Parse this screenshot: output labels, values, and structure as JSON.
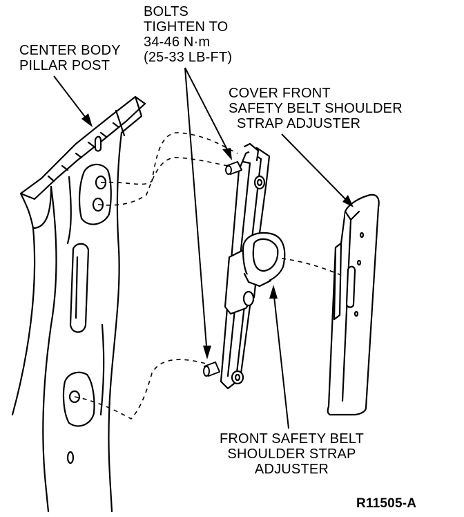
{
  "labels": {
    "bolts": [
      "BOLTS",
      "TIGHTEN TO",
      "34-46 N·m",
      "(25-33 LB-FT)"
    ],
    "pillar": [
      "CENTER BODY",
      "PILLAR POST"
    ],
    "cover": [
      "COVER FRONT",
      "SAFETY BELT SHOULDER",
      "STRAP ADJUSTER"
    ],
    "adjuster": [
      "FRONT SAFETY BELT",
      "SHOULDER STRAP",
      "ADJUSTER"
    ]
  },
  "figure_id": "R11505-A"
}
